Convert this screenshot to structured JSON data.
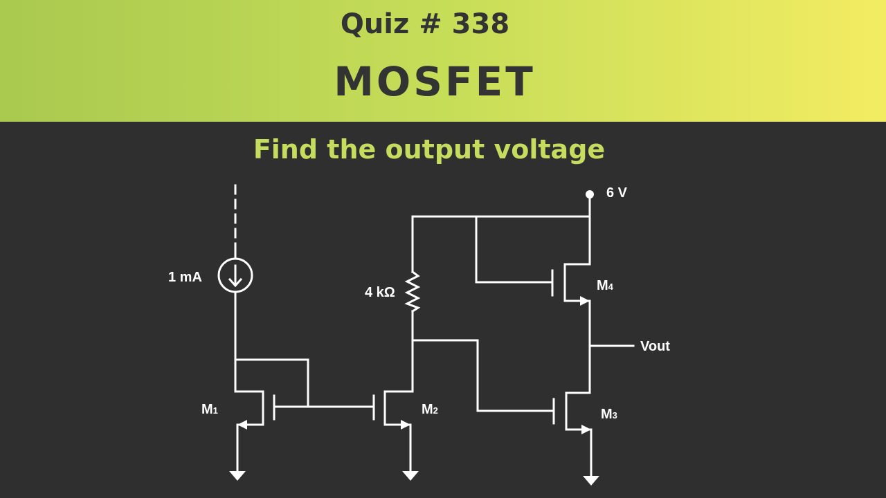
{
  "header": {
    "quiz_label": "Quiz # 338",
    "topic": "MOSFET",
    "prompt": "Find the output voltage"
  },
  "circuit": {
    "current_source": "1 mA",
    "resistor": "4 kΩ",
    "supply": "6 V",
    "output": "Vout",
    "transistors": [
      {
        "letter": "M",
        "index": "1"
      },
      {
        "letter": "M",
        "index": "2"
      },
      {
        "letter": "M",
        "index": "3"
      },
      {
        "letter": "M",
        "index": "4"
      }
    ]
  },
  "colors": {
    "banner_start": "#a9c94f",
    "banner_end": "#f3ec62",
    "title_text": "#333333",
    "prompt_text": "#c5dc5e",
    "board": "#2f2f2f",
    "wire": "#ffffff"
  }
}
